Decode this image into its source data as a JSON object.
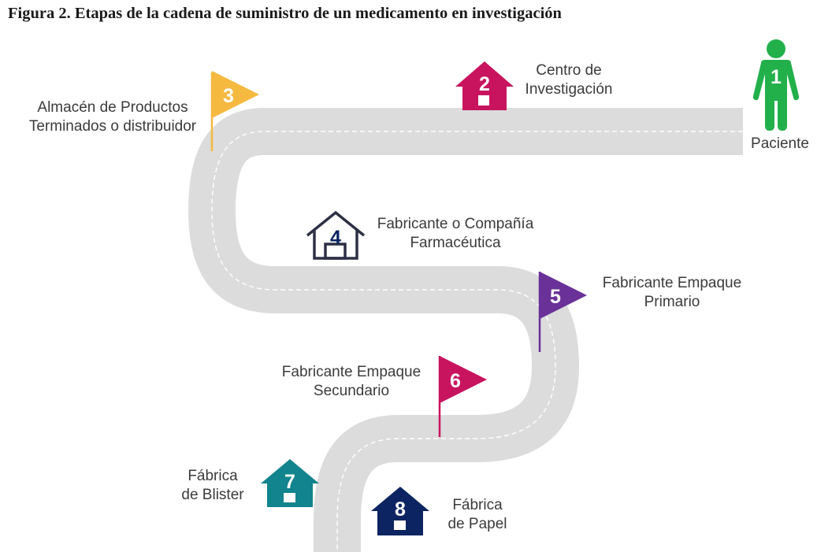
{
  "title": "Figura 2. Etapas de la cadena de suministro de un medicamento en investigación",
  "colors": {
    "road": "#dcdcdc",
    "road_dash": "#ffffff",
    "patient_green": "#22b04b",
    "magenta": "#c8145f",
    "yellow": "#f6b940",
    "navy_outline": "#2d3045",
    "purple": "#6a3199",
    "teal": "#12848e",
    "dark_navy": "#0c2461",
    "text": "#3b3b3b"
  },
  "stages": [
    {
      "number": "1",
      "icon": "person-icon",
      "lines": [
        "Paciente"
      ]
    },
    {
      "number": "2",
      "icon": "house-icon",
      "lines": [
        "Centro de",
        "Investigación"
      ]
    },
    {
      "number": "3",
      "icon": "flag-icon",
      "lines": [
        "Almacén de Productos",
        "Terminados o distribuidor"
      ]
    },
    {
      "number": "4",
      "icon": "house-outline-icon",
      "lines": [
        "Fabricante o Compañía",
        "Farmacéutica"
      ]
    },
    {
      "number": "5",
      "icon": "flag-icon",
      "lines": [
        "Fabricante Empaque",
        "Primario"
      ]
    },
    {
      "number": "6",
      "icon": "flag-icon",
      "lines": [
        "Fabricante Empaque",
        "Secundario"
      ]
    },
    {
      "number": "7",
      "icon": "house-icon",
      "lines": [
        "Fábrica",
        "de Blister"
      ]
    },
    {
      "number": "8",
      "icon": "house-icon",
      "lines": [
        "Fábrica",
        "de Papel"
      ]
    }
  ]
}
